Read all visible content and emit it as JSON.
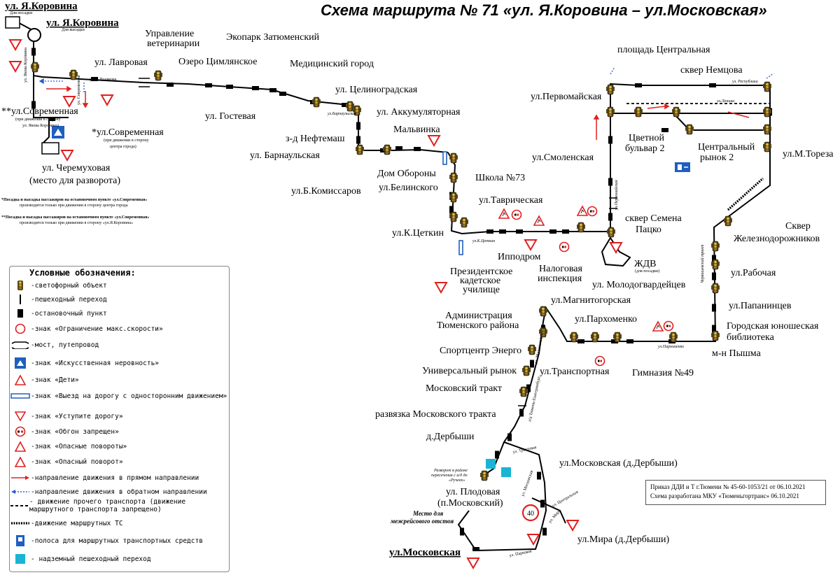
{
  "title": "Схема маршрута № 71 «ул. Я.Коровина – ул.Московская»",
  "endpoints": {
    "start": "ул. Я.Коровина",
    "end": "ул.Московская",
    "top_small": "ул. Я.Коровина"
  },
  "small_tags": {
    "boarding": "Для посадки",
    "alighting": "Для высадки",
    "zhdv_boarding": "(для посадки)"
  },
  "stops": {
    "lavrovaya": "ул. Лавровая",
    "uprav_vet_1": "Управление",
    "uprav_vet_2": "ветеринарии",
    "ozero": "Озеро Цимлянское",
    "ekopark": "Экопарк Затюменский",
    "med_gorod": "Медицинский город",
    "tselinogradskaya": "ул. Целиноградская",
    "akkumulyatornaya": "ул. Аккумуляторная",
    "gostevaya": "ул. Гостевая",
    "neftemash": "з-д Нефтемаш",
    "barnaulskaya": "ул. Барнаульская",
    "malvinka": "Мальвинка",
    "dom_oborony": "Дом Обороны",
    "belinskogo": "ул.Белинского",
    "shkola73": "Школа №73",
    "b_komissarov": "ул.Б.Комиссаров",
    "tavricheskaya": "ул.Таврическая",
    "k_tsetkin": "ул.К.Цеткин",
    "ippodrom": "Ипподром",
    "kadet_1": "Президентское",
    "kadet_2": "кадетское",
    "kadet_3": "училище",
    "nalog_1": "Налоговая",
    "nalog_2": "инспекция",
    "sovr_1": "**ул.Современная",
    "sovr_1_note_1": "(при движении в сторону",
    "sovr_1_note_2": "ул. Якова Коровина)",
    "sovr_2": "*ул.Современная",
    "sovr_2_note_1": "(при движении в сторону",
    "sovr_2_note_2": "центра города)",
    "cheremuh_1": "ул. Черемуховая",
    "cheremuh_2": "(место для разворота)",
    "ploshad": "площадь Центральная",
    "skver_nemtsova": "сквер Немцова",
    "pervomayskaya": "ул.Первомайская",
    "tsvetnoy_1": "Цветной",
    "tsvetnoy_2": "бульвар 2",
    "tsentr_rynok_1": "Центральный",
    "tsentr_rynok_2": "рынок 2",
    "toreza": "ул.М.Тореза",
    "smolenskaya": "ул.Смоленская",
    "patsko_1": "сквер Семена",
    "patsko_2": "Пацко",
    "zhdv": "ЖДВ",
    "zhd_skver_1": "Сквер",
    "zhd_skver_2": "Железнодорожников",
    "rabochaya": "ул.Рабочая",
    "molodogvard": "ул. Молодогвардейцев",
    "papanintsev": "ул.Папанинцев",
    "biblio_1": "Городская юношеская",
    "biblio_2": "библиотека",
    "pyshma": "м-н Пышма",
    "gimnaziya": "Гимназия №49",
    "magnitogorskaya": "ул.Магнитогорская",
    "parhomenko": "ул.Пархоменко",
    "transportnaya": "ул.Транспортная",
    "admin_1": "Администрация",
    "admin_2": "Тюменского района",
    "energo": "Спортцентр Энерго",
    "univ_rynok": "Универсальный рынок",
    "mosk_trakt": "Московский тракт",
    "razvyazka": "развязка Московского тракта",
    "derbyshi": "д.Дербыши",
    "moskovskaya_d": "ул.Московская (д.Дербыши)",
    "plodovaya_1": "ул. Плодовая",
    "plodovaya_2": "(п.Московский)",
    "mira": "ул.Мира (д.Дербыши)",
    "otstoy_1": "Место для",
    "otstoy_2": "межрейсового отстоя",
    "razvorot_1": "Разворот в районе",
    "razvorot_2": "пересечения с а/д до",
    "razvorot_3": "«Ручеек»"
  },
  "street_tags": {
    "yakova_korovina": "ул. Якова Коровина",
    "sovremennaya": "ул. Современная",
    "v_polyakova": "ул. В.Полякова",
    "barnaulskaya": "ул.Барнаульская",
    "k_tsetkin": "ул.К.Цеткин",
    "respubliki": "ул. Республики",
    "lenina": "ул.Ленина",
    "pervomayskaya": "ул.Первомайская",
    "chervishevsky": "Червишевский тракт",
    "parhomenko": "ул.Пархоменко",
    "moskovsky_trakt": "ул. Московский тракт",
    "ekaterinburg": "а/д Тюмень-Екатеринбург",
    "tryumenskaya": "ул. Трактовая",
    "moskovskaya": "ул. Московская",
    "tsentralnaya": "ул. Центральная",
    "mira": "ул. Мира",
    "parkovaya": "ул. Парковая"
  },
  "speed_limit": "40",
  "notes": {
    "n1_a": "*Посадка и высадка пассажиров на остановочном пункте «ул.Современная»",
    "n1_b": "производится только при движении в сторону центра города",
    "n2_a": "**Посадка и высадка пассажиров на остановочном пункте «ул.Современная»",
    "n2_b": "производится только при движении в сторону «ул.Я.Коровина»"
  },
  "legend": {
    "title": "Условные обозначения:",
    "items": [
      {
        "symbol": "traffic-light-icon",
        "text": "-светофорный объект"
      },
      {
        "symbol": "crosswalk-icon",
        "text": "-пешеходный переход"
      },
      {
        "symbol": "bus-stop-icon",
        "text": "-остановочный пункт"
      },
      {
        "symbol": "speed-limit-icon",
        "text": "-знак «Ограничение макс.скорости»"
      },
      {
        "symbol": "bridge-icon",
        "text": "-мост, путепровод"
      },
      {
        "symbol": "speed-bump-icon",
        "text": "-знак «Искусственная неровность»"
      },
      {
        "symbol": "children-sign-icon",
        "text": "-знак «Дети»"
      },
      {
        "symbol": "one-way-entry-icon",
        "text": "-знак «Выезд на дорогу с односторонним движением»"
      },
      {
        "symbol": "yield-sign-icon",
        "text": "-знак «Уступите дорогу»"
      },
      {
        "symbol": "no-overtaking-icon",
        "text": "-знак «Обгон запрещен»"
      },
      {
        "symbol": "dangerous-turns-icon",
        "text": "-знак «Опасные повороты»"
      },
      {
        "symbol": "dangerous-turn-icon",
        "text": "-знак «Опасный поворот»"
      },
      {
        "symbol": "forward-direction-icon",
        "text": "-направление движения в прямом направлении"
      },
      {
        "symbol": "reverse-direction-icon",
        "text": "-направление движения в обратном направлении"
      },
      {
        "symbol": "other-traffic-icon",
        "text": "- движение прочего транспорта (движение маршрутного транспорта запрещено)"
      },
      {
        "symbol": "route-traffic-icon",
        "text": "-движение маршрутных ТС"
      },
      {
        "symbol": "bus-lane-icon",
        "text": "-полоса для маршрутных транспортных средств"
      },
      {
        "symbol": "overpass-crossing-icon",
        "text": "- надземный пешеходный переход"
      }
    ]
  },
  "order": {
    "line1": "Приказ ДДИ и Т г.Тюмени № 45-60-1053/21 от 06.10.2021",
    "line2": "Схема разработана МКУ «Тюменьгортранс» 06.10.2021"
  }
}
